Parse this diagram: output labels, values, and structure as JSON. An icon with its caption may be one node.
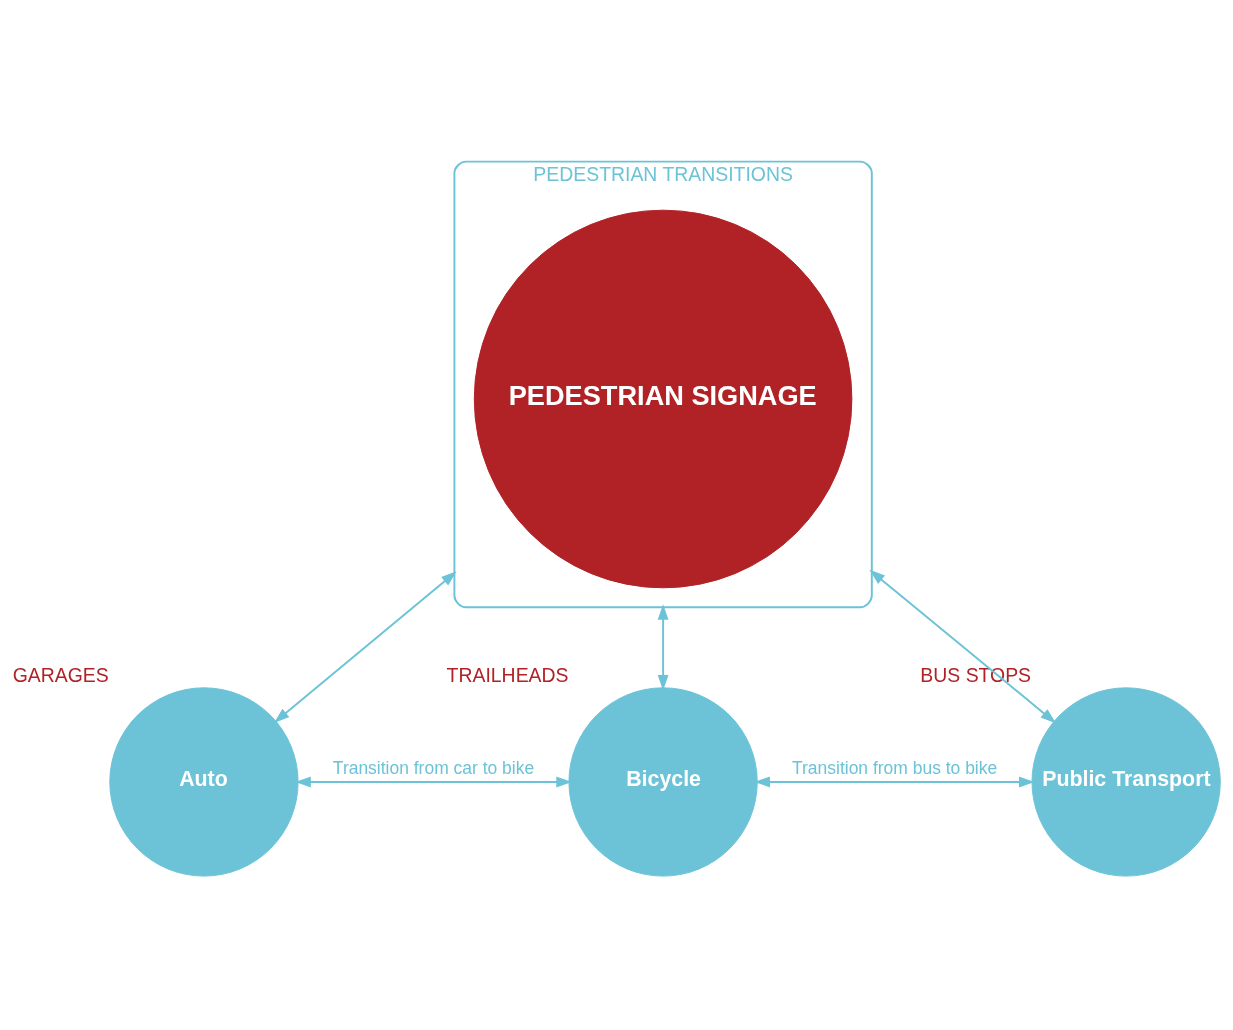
{
  "diagram": {
    "nodes": [
      {
        "text": [
          "PEDESTRIAN TRANSITIONS"
        ]
      },
      {
        "text": [
          "PEDESTRIAN SIGNAGE"
        ],
        "in": 0
      },
      {
        "text": [
          "Auto"
        ],
        "beside": [
          "GARAGES"
        ]
      },
      {
        "text": [
          "Bicycle"
        ],
        "beside": [
          "TRAILHEADS"
        ]
      },
      {
        "text": [
          "Public Transport"
        ],
        "beside": [
          "BUS STOPS"
        ]
      }
    ],
    "edges": [
      {
        "from": 0,
        "to": 2,
        "arrow": "both"
      },
      {
        "from": 0,
        "to": 3,
        "arrow": "both"
      },
      {
        "from": 0,
        "to": 4,
        "arrow": "both"
      },
      {
        "from": 2,
        "to": 3,
        "arrow": "both",
        "label": "Transition from car to bike"
      },
      {
        "from": 3,
        "to": 4,
        "arrow": "both",
        "label": "Transition from bus to bike"
      }
    ]
  }
}
